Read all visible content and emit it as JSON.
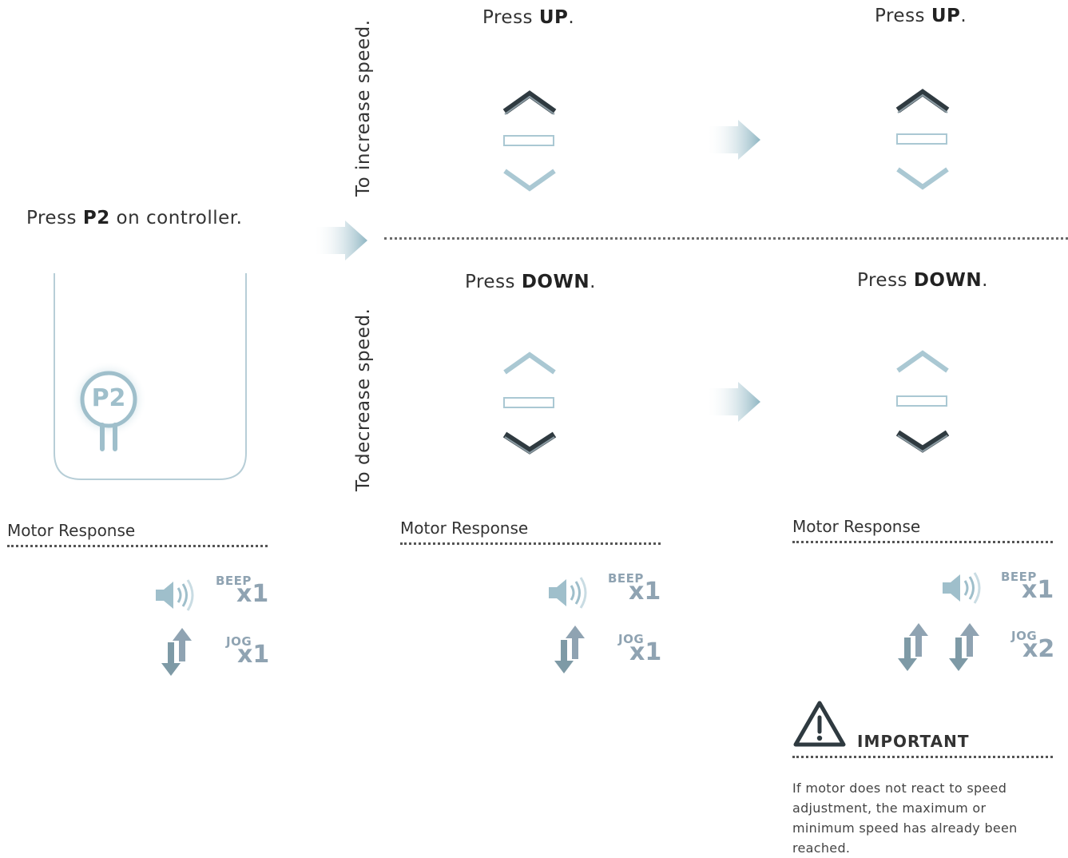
{
  "controller": {
    "instruction_prefix": "Press ",
    "instruction_key": "P2",
    "instruction_suffix": " on controller.",
    "button_label": "P2"
  },
  "increase": {
    "side_label": "To increase speed.",
    "step1": {
      "prefix": "Press ",
      "key": "UP",
      "suffix": "."
    },
    "step2": {
      "prefix": "Press ",
      "key": "UP",
      "suffix": "."
    }
  },
  "decrease": {
    "side_label": "To decrease speed.",
    "step1": {
      "prefix": "Press ",
      "key": "DOWN",
      "suffix": "."
    },
    "step2": {
      "prefix": "Press ",
      "key": "DOWN",
      "suffix": "."
    }
  },
  "responses": [
    {
      "title": "Motor Response",
      "beep_label": "BEEP",
      "beep_count": "x1",
      "jog_label": "JOG",
      "jog_count": "x1"
    },
    {
      "title": "Motor Response",
      "beep_label": "BEEP",
      "beep_count": "x1",
      "jog_label": "JOG",
      "jog_count": "x1"
    },
    {
      "title": "Motor Response",
      "beep_label": "BEEP",
      "beep_count": "x1",
      "jog_label": "JOG",
      "jog_count": "x2"
    }
  ],
  "important": {
    "title": "IMPORTANT",
    "text": "If motor does not react to speed adjustment, the maximum or minimum speed has already been reached."
  },
  "icons": [
    "warning-icon",
    "speaker-icon",
    "jog-arrows-icon",
    "chevron-up-icon",
    "chevron-down-icon",
    "stop-bar-icon",
    "flow-arrow-icon"
  ],
  "colors": {
    "accent": "#9fbfcb",
    "key_outline": "#aac8d3",
    "active_key": "#2f3a40"
  }
}
